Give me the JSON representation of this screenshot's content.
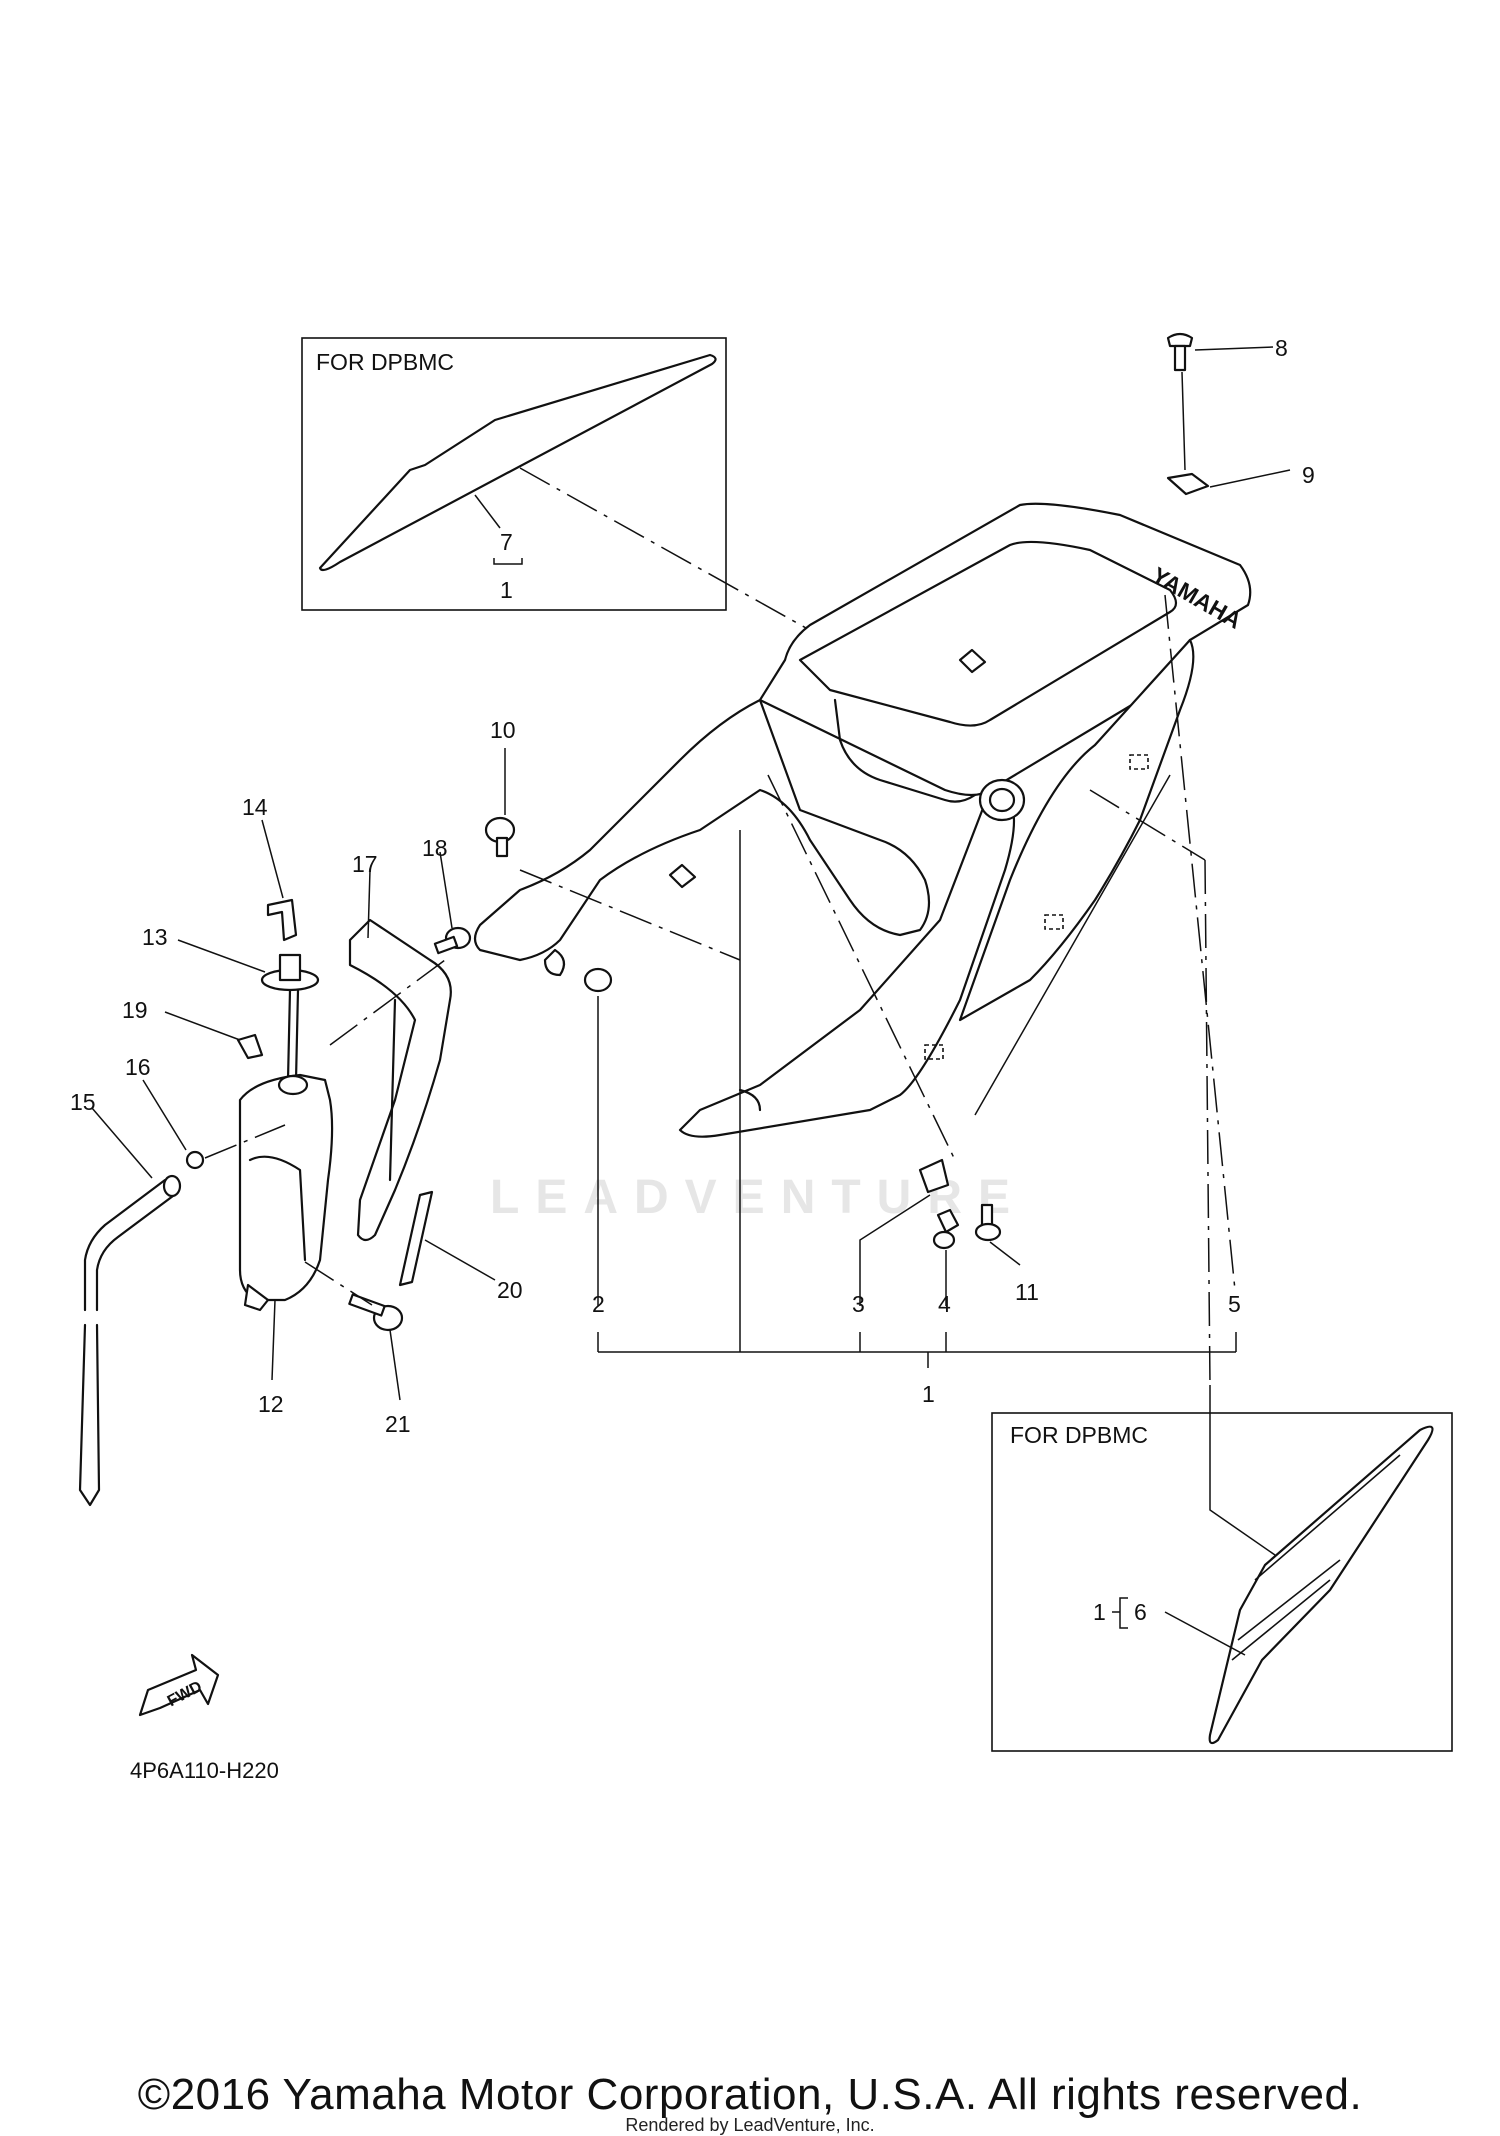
{
  "box_top": {
    "title": "FOR DPBMC",
    "ref_inner": "7",
    "ref_outer": "1"
  },
  "box_bottom": {
    "title": "FOR DPBMC",
    "ref_outer": "1",
    "ref_inner": "6"
  },
  "callouts": [
    "1",
    "2",
    "3",
    "4",
    "5",
    "8",
    "9",
    "10",
    "11",
    "12",
    "13",
    "14",
    "15",
    "16",
    "17",
    "18",
    "19",
    "20",
    "21"
  ],
  "fwd_label": "FWD",
  "tank_logo": "YAMAHA",
  "diagram_code": "4P6A110-H220",
  "watermark": "LEADVENTURE",
  "copyright": "©2016 Yamaha Motor Corporation, U.S.A. All rights reserved.",
  "rendered_by": "Rendered by LeadVenture, Inc."
}
